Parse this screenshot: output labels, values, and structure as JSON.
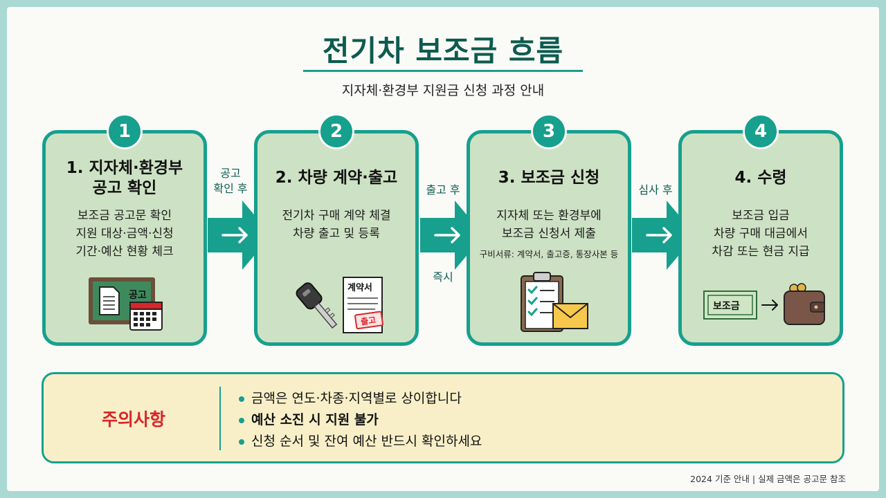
{
  "header": {
    "title": "전기차 보조금 흐름",
    "subtitle": "지자체·환경부 지원금 신청 과정 안내"
  },
  "steps": [
    {
      "number": "1",
      "title_lines": [
        "1. 지자체·환경부",
        "공고 확인"
      ],
      "desc_lines": [
        "보조금 공고문 확인",
        "지원 대상·금액·신청",
        "기간·예산 현황 체크"
      ],
      "icon_text": "공고"
    },
    {
      "number": "2",
      "title_lines": [
        "2. 차량 계약·출고"
      ],
      "desc_lines": [
        "전기차 구매 계약 체결",
        "차량 출고 및 등록"
      ],
      "icon_text": "계약서",
      "stamp_text": "출고"
    },
    {
      "number": "3",
      "title_lines": [
        "3. 보조금 신청"
      ],
      "desc_lines": [
        "지자체 또는 환경부에",
        "보조금 신청서 제출"
      ],
      "note": "구비서류: 계약서, 출고증, 통장사본 등"
    },
    {
      "number": "4",
      "title_lines": [
        "4. 수령"
      ],
      "desc_lines": [
        "보조금 입금",
        "차량 구매 대금에서",
        "차감 또는 현금 지급"
      ],
      "icon_text": "보조금"
    }
  ],
  "transitions": [
    {
      "above": [
        "공고",
        "확인 후"
      ],
      "below": []
    },
    {
      "above": [
        "출고 후"
      ],
      "below": [
        "즉시"
      ]
    },
    {
      "above": [
        "심사 후"
      ],
      "below": []
    }
  ],
  "notice": {
    "title": "주의사항",
    "items": [
      {
        "text": "금액은 연도·차종·지역별로 상이합니다",
        "bold": false
      },
      {
        "text": "예산 소진 시 지원 불가",
        "bold": true
      },
      {
        "text": "신청 순서 및 잔여 예산 반드시 확인하세요",
        "bold": false
      }
    ]
  },
  "footer": "2024 기준 안내 | 실제 금액은 공고문 참조",
  "colors": {
    "teal": "#16a08d",
    "dark_teal": "#0d5b4f",
    "card_fill": "#cde2c4",
    "notice_fill": "#f8efc8",
    "alert_red": "#d8262a"
  }
}
